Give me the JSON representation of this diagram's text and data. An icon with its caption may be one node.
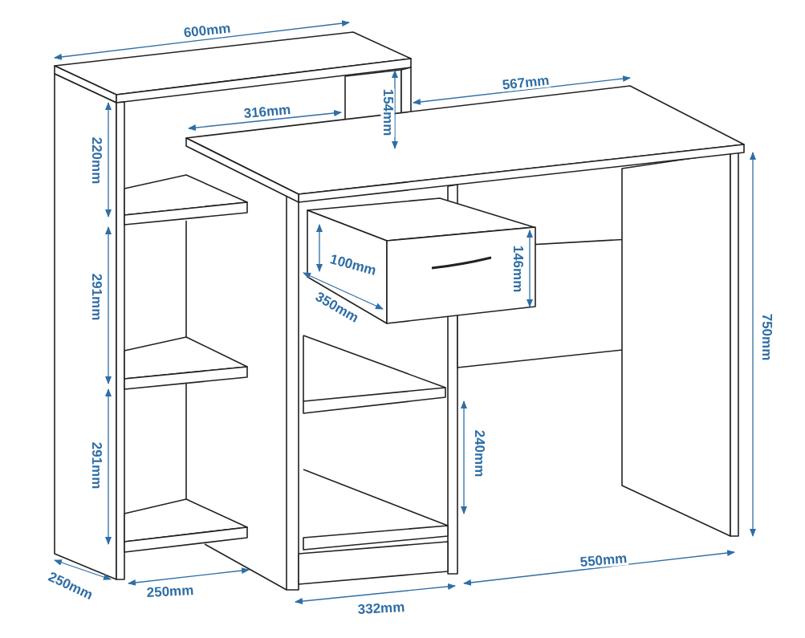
{
  "diagram": {
    "labels": [
      "600mm",
      "567mm",
      "316mm",
      "154mm",
      "220mm",
      "100mm",
      "146mm",
      "291mm",
      "350mm",
      "750mm",
      "240mm",
      "291mm",
      "550mm",
      "250mm",
      "250mm",
      "332mm"
    ]
  }
}
